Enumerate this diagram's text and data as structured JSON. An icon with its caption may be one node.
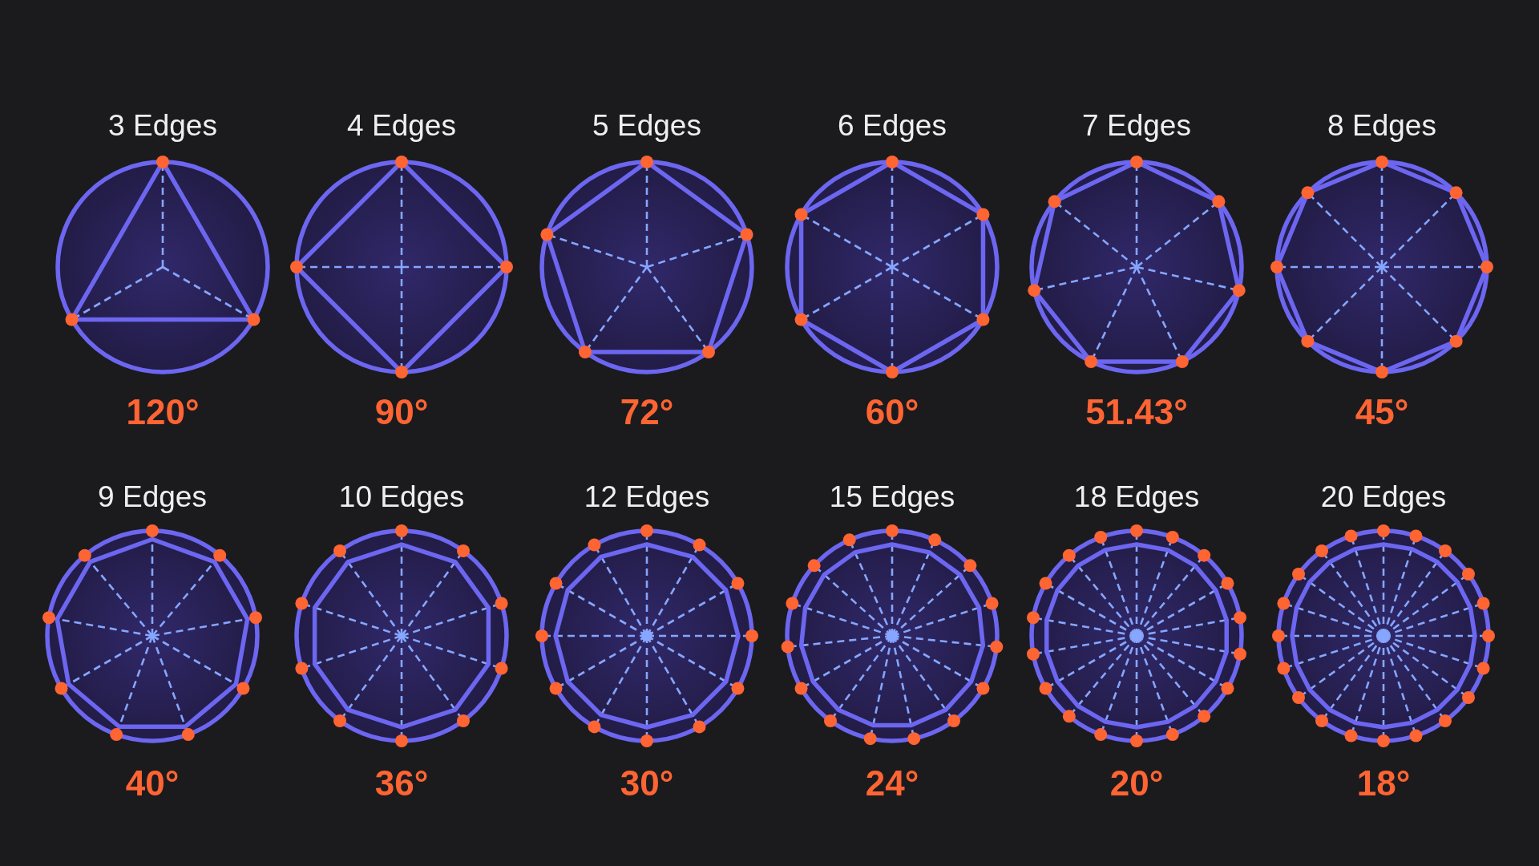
{
  "diagram": {
    "labels": [
      "3 Edges",
      "4 Edges",
      "5 Edges",
      "6 Edges",
      "7 Edges",
      "8 Edges",
      "120°",
      "90°",
      "72°",
      "60°",
      "51.43°",
      "45°",
      "9 Edges",
      "10 Edges",
      "12 Edges",
      "15 Edges",
      "18 Edges",
      "20 Edges",
      "40°",
      "36°",
      "30°",
      "24°",
      "20°",
      "18°"
    ]
  }
}
